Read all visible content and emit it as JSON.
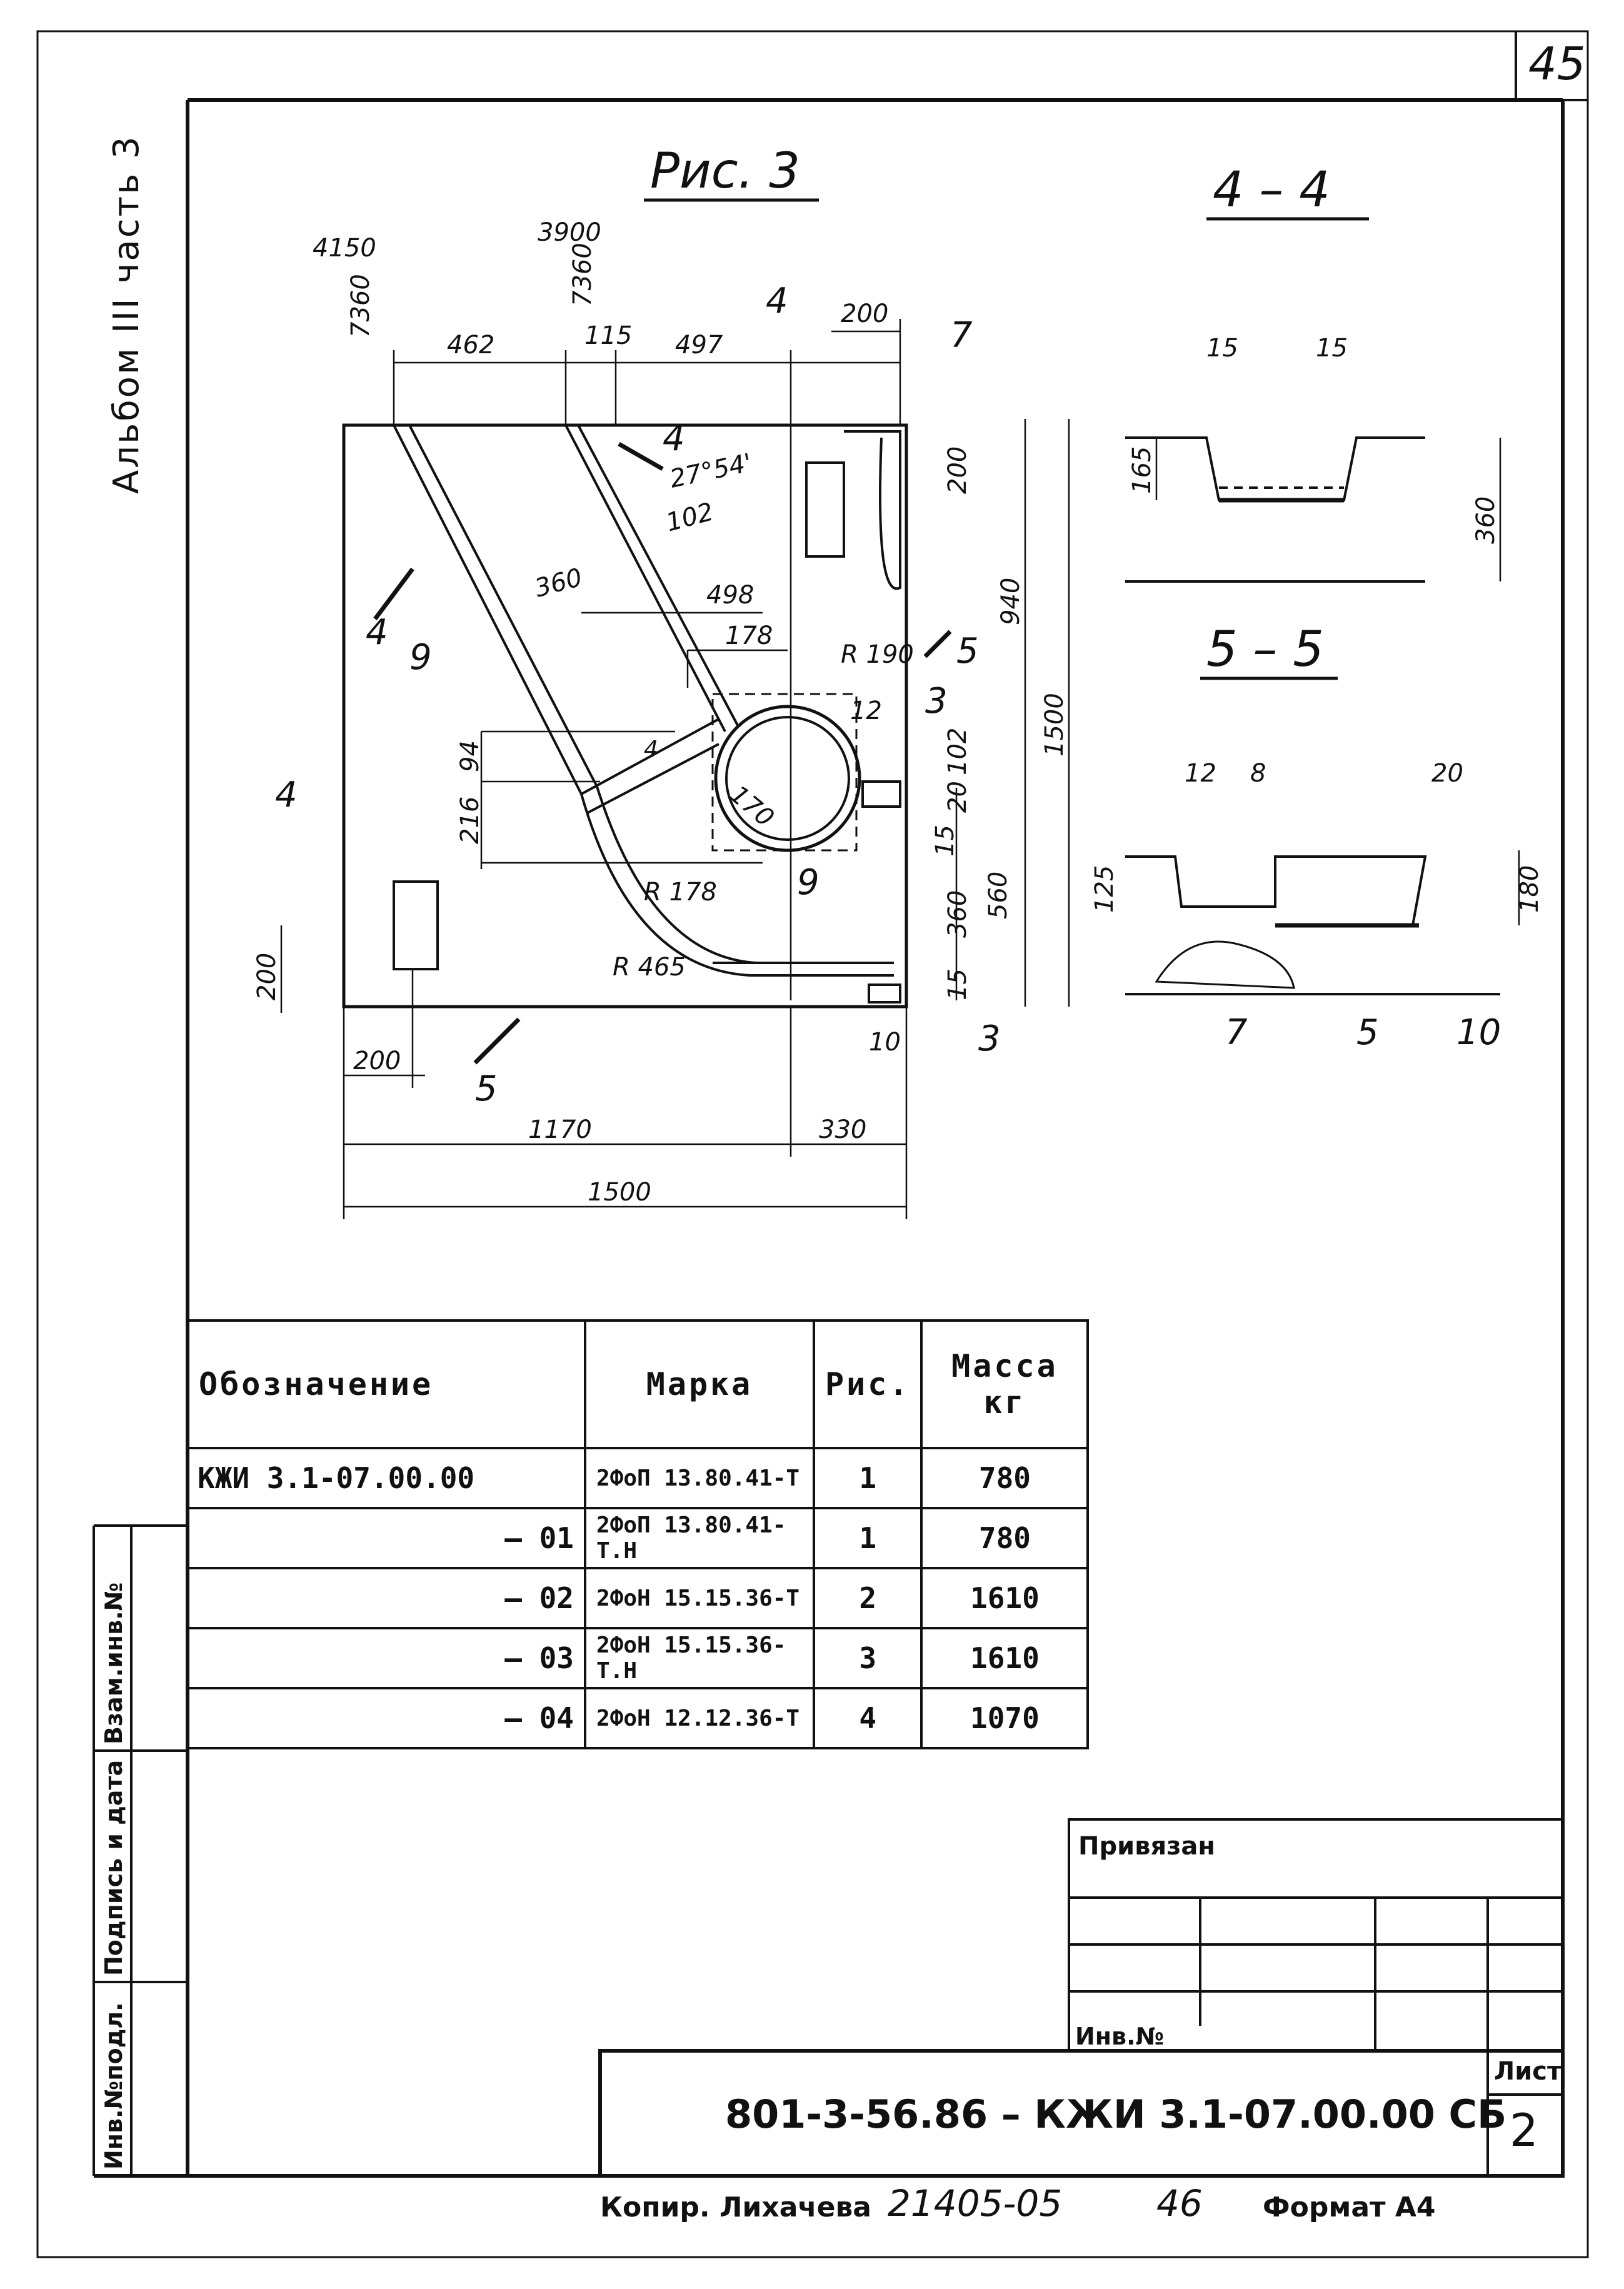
{
  "page_number": "45",
  "album_label": "Альбом III часть 3",
  "figure_title": "Рис. 3",
  "section_4": "4 – 4",
  "section_5": "5 – 5",
  "dims": {
    "d4150": "4150",
    "d7360a": "7360",
    "d3900": "3900",
    "d7360b": "7360",
    "d462": "462",
    "d115": "115",
    "d497": "497",
    "d200top": "200",
    "d200right": "200",
    "d940": "940",
    "d1500v": "1500",
    "angle": "27°54'",
    "d102a": "102",
    "d360a": "360",
    "d498": "498",
    "d178": "178",
    "r190": "R 190",
    "d12": "12",
    "d94": "94",
    "d216": "216",
    "d170": "170",
    "d102b": "102",
    "d20": "20",
    "d15a": "15",
    "r178": "R 178",
    "d360b": "360",
    "d560": "560",
    "r465": "R 465",
    "d15b": "15",
    "d200left": "200",
    "d200bottom": "200",
    "d10": "10",
    "d1170": "1170",
    "d330": "330",
    "d1500h": "1500",
    "s4_15a": "15",
    "s4_15b": "15",
    "s4_165": "165",
    "s4_360": "360",
    "s5_12": "12",
    "s5_8": "8",
    "s5_20": "20",
    "s5_125": "125",
    "s5_180": "180"
  },
  "callouts": {
    "c4a": "4",
    "c4b": "4",
    "c4c": "4",
    "c4d": "4",
    "c4e": "4",
    "c5a": "5",
    "c5b": "5",
    "c7": "7",
    "c3a": "3",
    "c3b": "3",
    "c9a": "9",
    "c9b": "9",
    "s5_7": "7",
    "s5_5": "5",
    "s5_10": "10"
  },
  "table": {
    "headers": [
      "Обозначение",
      "Марка",
      "Рис.",
      "Масса кг"
    ],
    "rows": [
      [
        "КЖИ 3.1-07.00.00",
        "2ФоП 13.80.41-Т",
        "1",
        "780"
      ],
      [
        "– 01",
        "2ФоП 13.80.41-Т.Н",
        "1",
        "780"
      ],
      [
        "– 02",
        "2ФоН 15.15.36-Т",
        "2",
        "1610"
      ],
      [
        "– 03",
        "2ФоН 15.15.36-Т.Н",
        "3",
        "1610"
      ],
      [
        "– 04",
        "2ФоН 12.12.36-Т",
        "4",
        "1070"
      ]
    ]
  },
  "side_stamps": {
    "vzam": "Взам.инв.№",
    "podpis": "Подпись и дата",
    "inv_podl": "Инв.№подл."
  },
  "stamp": {
    "privyazan": "Привязан",
    "inv": "Инв.№",
    "designation": "801-3-56.86 –  КЖИ 3.1-07.00.00 СБ",
    "list_label": "Лист",
    "list_number": "2"
  },
  "footer": {
    "copied": "Копир. Лихачева",
    "order": "21405-05",
    "num": "46",
    "format": "Формат А4"
  }
}
